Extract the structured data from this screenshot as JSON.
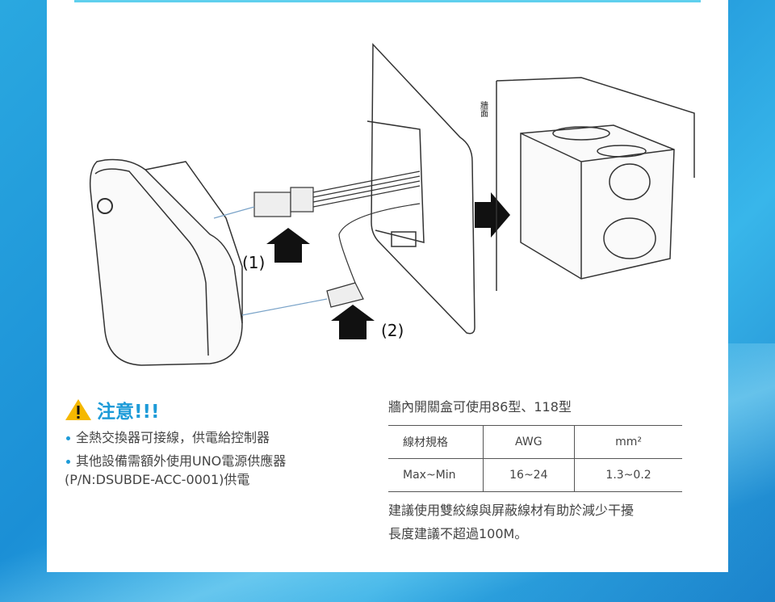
{
  "diagram": {
    "label_1": "(1)",
    "label_2": "(2)",
    "wall_label": "牆面"
  },
  "warning": {
    "title": "注意!!!",
    "icon": "warning-triangle-icon",
    "bullets": [
      "全熱交換器可接線，供電給控制器",
      "其他設備需額外使用UNO電源供應器",
      "(P/N:DSUBDE-ACC-0001)供電"
    ]
  },
  "spec": {
    "title": "牆內開關盒可使用86型、118型",
    "headers": [
      "線材規格",
      "AWG",
      "mm²"
    ],
    "row": [
      "Max~Min",
      "16~24",
      "1.3~0.2"
    ],
    "note_1": "建議使用雙絞線與屏蔽線材有助於減少干擾",
    "note_2": "長度建議不超過100M。"
  },
  "colors": {
    "accent": "#1d9bd8",
    "warning": "#f5b800"
  }
}
